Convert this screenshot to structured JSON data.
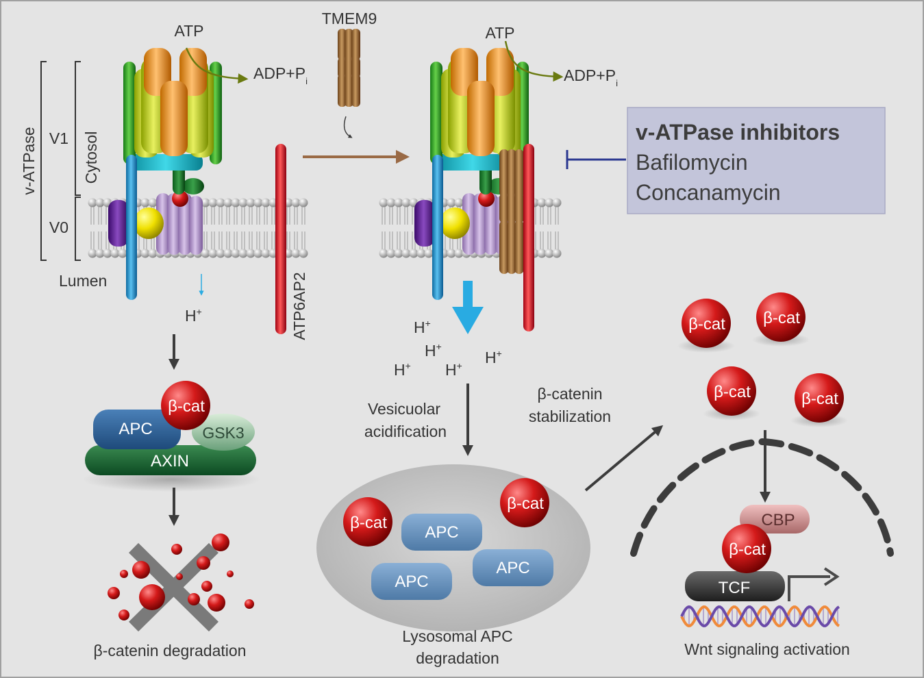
{
  "labels": {
    "tmem9": "TMEM9",
    "atp_left": "ATP",
    "adp_left": "ADP+P",
    "adp_sub_left": "i",
    "atp_right": "ATP",
    "adp_right": "ADP+P",
    "adp_sub_right": "i",
    "v_atpase": "v-ATPase",
    "v1": "V1",
    "v0": "V0",
    "cytosol": "Cytosol",
    "lumen": "Lumen",
    "atp6ap2": "ATP6AP2",
    "h_plus": "H",
    "plus": "+",
    "apc": "APC",
    "b_cat": "β-cat",
    "gsk3": "GSK3",
    "axin": "AXIN",
    "cbp": "CBP",
    "tcf": "TCF",
    "vesicular_1": "Vesicuolar",
    "vesicular_2": "acidification",
    "stabilization_1": "β-catenin",
    "stabilization_2": "stabilization",
    "degradation": "β-catenin degradation",
    "lysosomal_1": "Lysosomal APC",
    "lysosomal_2": "degradation",
    "wnt": "Wnt signaling activation"
  },
  "inhibitor_box": {
    "title": "v-ATPase inhibitors",
    "items": [
      "Bafilomycin",
      "Concanamycin"
    ]
  },
  "colors": {
    "background": "#e4e4e4",
    "inhibitor_box": "#c3c5da",
    "inhibitor_bar": "#2a3790",
    "proton_arrow": "#29abe2",
    "transition_arrow": "#9a6a45",
    "atp_arrow": "#6a7a10",
    "beta_catenin": "#c8102e",
    "apc": "#2d5a8a",
    "axin": "#1f5a32",
    "cbp": "#c98a8a",
    "tcf": "#3c3c3c"
  }
}
